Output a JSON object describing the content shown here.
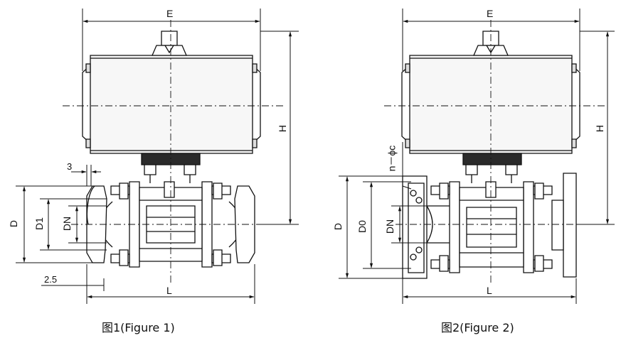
{
  "figure1": {
    "caption": "图1(Figure 1)",
    "dims": {
      "E": "E",
      "H": "H",
      "D": "D",
      "D1": "D1",
      "DN": "DN",
      "L": "L",
      "t3": "3",
      "t25": "2.5"
    }
  },
  "figure2": {
    "caption": "图2(Figure 2)",
    "dims": {
      "E": "E",
      "H": "H",
      "D": "D",
      "D0": "D0",
      "DN": "DN",
      "L": "L",
      "nphic": "n－ϕc"
    }
  },
  "colors": {
    "line": "#111111",
    "body_fill": "#f4f4f4",
    "dark_fill": "#2a2a2a"
  }
}
